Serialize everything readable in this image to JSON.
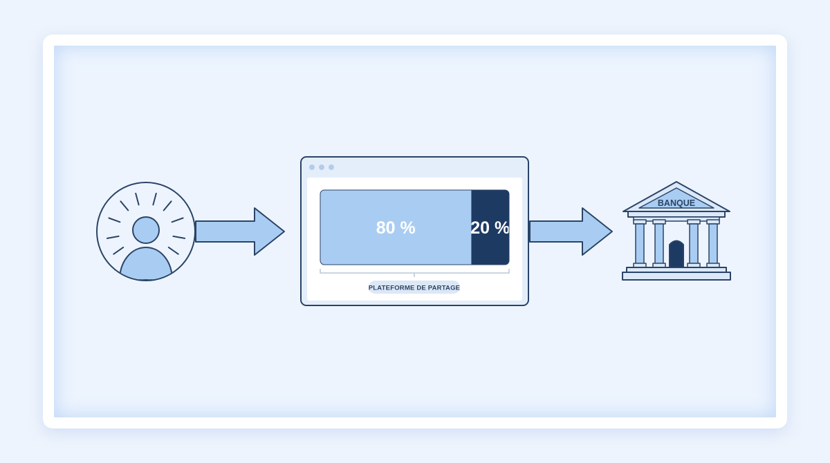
{
  "platform": {
    "segments": [
      {
        "label": "80 %",
        "share": 0.8,
        "color": "#a9cdf2",
        "text_color": "#ffffff"
      },
      {
        "label": "20 %",
        "share": 0.2,
        "color": "#1d3a63",
        "text_color": "#ffffff"
      }
    ],
    "caption": "PLATEFORME DE PARTAGE"
  },
  "bank": {
    "label": "BANQUE"
  },
  "colors": {
    "background": "#eef4fd",
    "stroke": "#2a4366",
    "light_fill": "#a9cdf2",
    "dark_fill": "#1d3a63"
  },
  "icons": {
    "person": "person-sunburst-icon",
    "bank": "bank-building-icon",
    "arrow": "right-arrow-icon",
    "window_dots": "window-dots-icon"
  }
}
